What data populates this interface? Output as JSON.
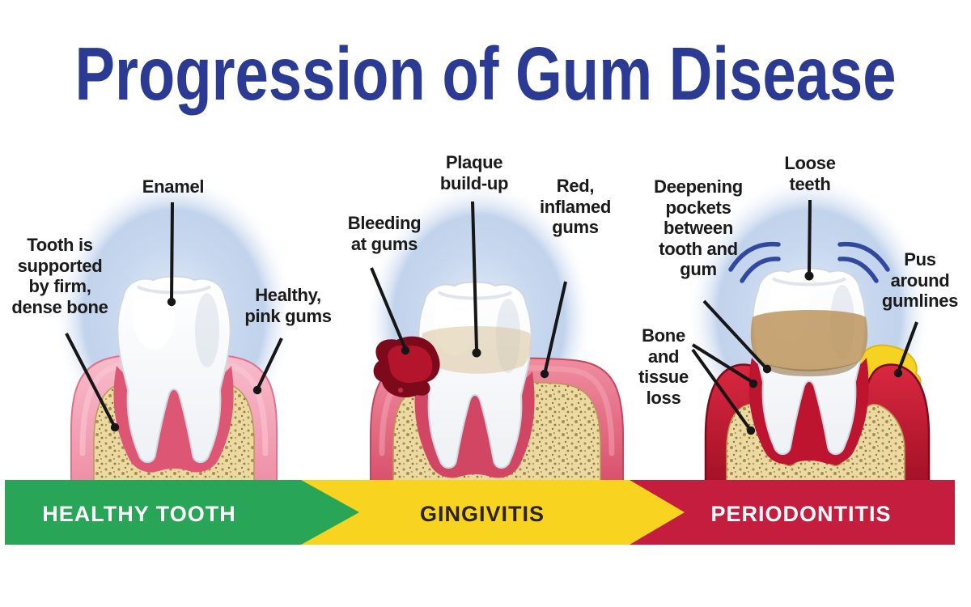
{
  "title": "Progression of Gum Disease",
  "colors": {
    "title_blue": "#2b3a92",
    "label_black": "#1a1a1a",
    "healthy_green": "#28a556",
    "gingivitis_yellow": "#f8d31f",
    "periodontitis_red": "#c51d3e",
    "healthy_gum_pink": "#ee8fa6",
    "inflamed_gum_red": "#d9506b",
    "deep_gum_red": "#a31126",
    "bone_tan": "#ecd9a2",
    "pus_yellow": "#f6d322",
    "bleeding_dark_red": "#7d0a1b",
    "shake_blue": "#32479e"
  },
  "panels": [
    {
      "stage": "healthy",
      "labels": [
        {
          "text": "Enamel"
        },
        {
          "text": "Tooth is\nsupported\nby firm,\ndense bone"
        },
        {
          "text": "Healthy,\npink gums"
        }
      ]
    },
    {
      "stage": "gingivitis",
      "labels": [
        {
          "text": "Plaque\nbuild-up"
        },
        {
          "text": "Bleeding\nat gums"
        },
        {
          "text": "Red,\ninflamed\ngums"
        }
      ]
    },
    {
      "stage": "periodontitis",
      "labels": [
        {
          "text": "Loose\nteeth"
        },
        {
          "text": "Deepening\npockets\nbetween\ntooth and\ngum"
        },
        {
          "text": "Pus\naround\ngumlines"
        },
        {
          "text": "Bone\nand\ntissue\nloss"
        }
      ]
    }
  ],
  "banner": {
    "items": [
      {
        "label": "HEALTHY TOOTH",
        "color": "#28a556",
        "text_color": "#ffffff"
      },
      {
        "label": "GINGIVITIS",
        "color": "#f8d31f",
        "text_color": "#2a2320"
      },
      {
        "label": "PERIODONTITIS",
        "color": "#c51d3e",
        "text_color": "#ffffff"
      }
    ]
  }
}
